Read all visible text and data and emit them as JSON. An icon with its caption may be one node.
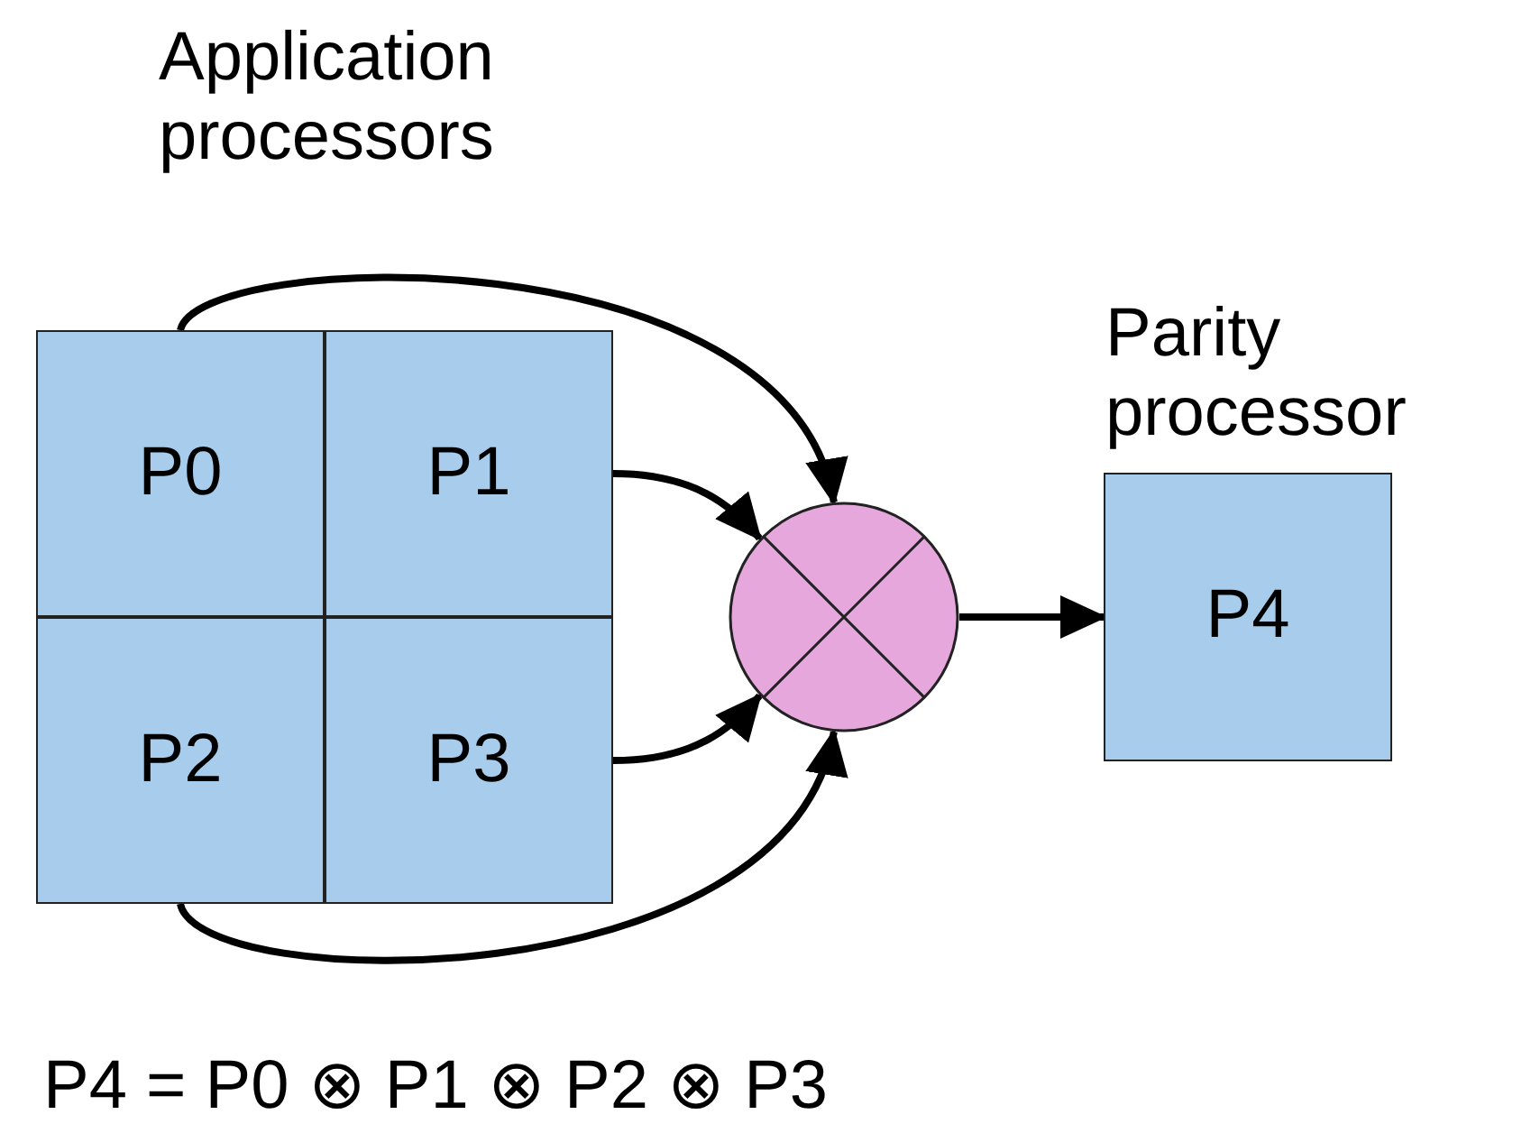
{
  "diagram": {
    "nodes": [
      {
        "text": [
          "P0"
        ]
      },
      {
        "text": [
          "P1"
        ]
      },
      {
        "text": [
          "P2"
        ]
      },
      {
        "text": [
          "P3"
        ]
      },
      {
        "text": [],
        "shape": "circle"
      },
      {
        "text": [
          "Parity processor",
          "P4"
        ]
      }
    ],
    "edges": [
      {
        "from": 0,
        "to": 4,
        "arrow": "to"
      },
      {
        "from": 1,
        "to": 4,
        "arrow": "to"
      },
      {
        "from": 3,
        "to": 4,
        "arrow": "to"
      },
      {
        "from": 2,
        "to": 4,
        "arrow": "to"
      },
      {
        "from": 4,
        "to": 5,
        "arrow": "to"
      }
    ],
    "labels": [
      "Application processors",
      "P4 = P0 ⊗ P1 ⊗ P2 ⊗ P3"
    ]
  }
}
